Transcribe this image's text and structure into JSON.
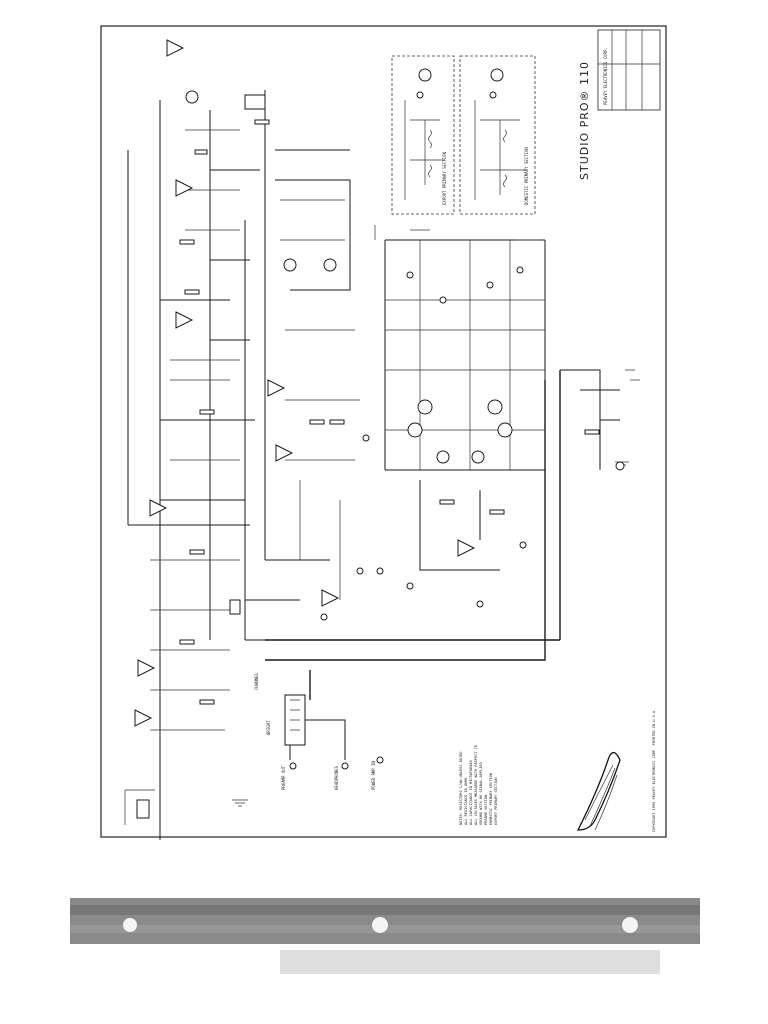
{
  "schematic": {
    "title": "STUDIO PRO® 110",
    "company": "PEAVEY ELECTRONICS CORP.",
    "copyright": "COPYRIGHT 1990 PEAVEY ELECTRONICS CORP. PRINTED IN U.S.A.",
    "notes": [
      "NOTES: RESISTORS 1/4W UNLESS NOTED",
      "ALL RESISTANCE IN OHMS",
      "ALL CAPACITANCE IN MICROFARADS",
      "ALL VOLTAGES MEASURED WITH RESPECT TO",
      "GROUND WITH NO SIGNAL APPLIED",
      "PREAMP SECTION",
      "DOMESTIC PRIMARY SECTION",
      "EXPORT PRIMARY SECTION"
    ],
    "inset_left_label": "EXPORT PRIMARY SECTION",
    "inset_right_label": "DOMESTIC PRIMARY SECTION",
    "headphones_label": "HEADPHONES",
    "preamp_out_label": "PREAMP OUT",
    "power_amp_in_label": "POWER AMP IN",
    "channel_label": "CHANNEL",
    "bright_label": "BRIGHT"
  }
}
